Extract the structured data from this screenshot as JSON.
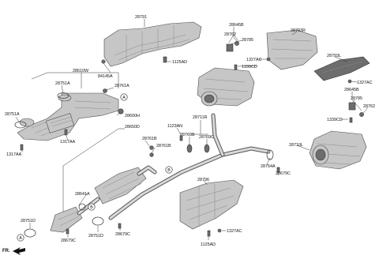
{
  "labels": {
    "p28791": "28791",
    "p1125AD_top": "1125AD",
    "p84145A": "84145A",
    "p28610W": "28610W",
    "p28751A_1": "28751A",
    "p28761A": "28761A",
    "p28751A_2": "28751A",
    "p28600H": "28600H",
    "p1317AA_1": "1317AA",
    "p1317AA_2": "1317AA",
    "p28650D": "28650D",
    "p28761B_1": "28761B",
    "p28761B_2": "28761B",
    "p28641A": "28641A",
    "p28751D_1": "28751D",
    "p28751D_2": "28751D",
    "p28679C_1": "28679C",
    "p28679C_2": "28679C",
    "p28645B_1": "28645B",
    "p28762_1": "28762",
    "p28785_1": "28785",
    "p1327AC_1": "1327AC",
    "p1339CD_1": "1339CD",
    "p28793R": "28793R",
    "p28793L": "28793L",
    "p1327AC_2": "1327AC",
    "p28645B_2": "28645B",
    "p28785_2": "28785",
    "p28762_2": "28762",
    "p1339CD_2": "1339CD",
    "p28711R": "28711R",
    "p1123AN": "1123AN",
    "p28769B": "28769B",
    "p28769C": "28769C",
    "p28710L": "28710L",
    "p28754A": "28754A",
    "p28679C_3": "28679C",
    "p28796": "28796",
    "p1327AC_3": "1327AC",
    "p1125AD_bot": "1125AD",
    "fr": "FR."
  },
  "callouts": {
    "a": "A",
    "b": "B"
  },
  "colors": {
    "part_fill": "#c6c6c6",
    "part_dark": "#6d6d6d",
    "outline": "#4a4a4a",
    "leader": "#333333"
  }
}
